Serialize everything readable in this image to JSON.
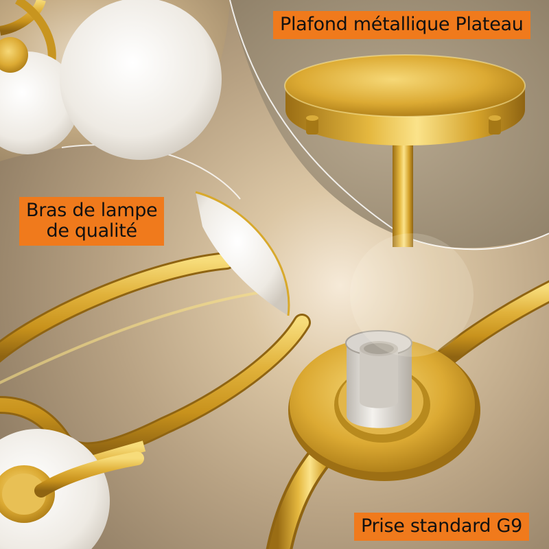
{
  "labels": {
    "ceiling_plate": "Plafond métallique Plateau",
    "lamp_arm_line1": "Bras de lampe",
    "lamp_arm_line2": "de qualité",
    "socket": "Prise standard G9"
  },
  "colors": {
    "callout_background": "#f07a1c",
    "callout_text": "#111111",
    "gold": "#d8a92c",
    "glass_white": "#f1ede6",
    "socket_white": "#e9e6e1",
    "wall": "#a99477"
  },
  "icons": {
    "ceiling_plate": "gold-ceiling-plate",
    "lamp_arm": "gold-curved-lamp-arm",
    "socket": "white-g9-socket",
    "globe": "white-glass-globe"
  }
}
